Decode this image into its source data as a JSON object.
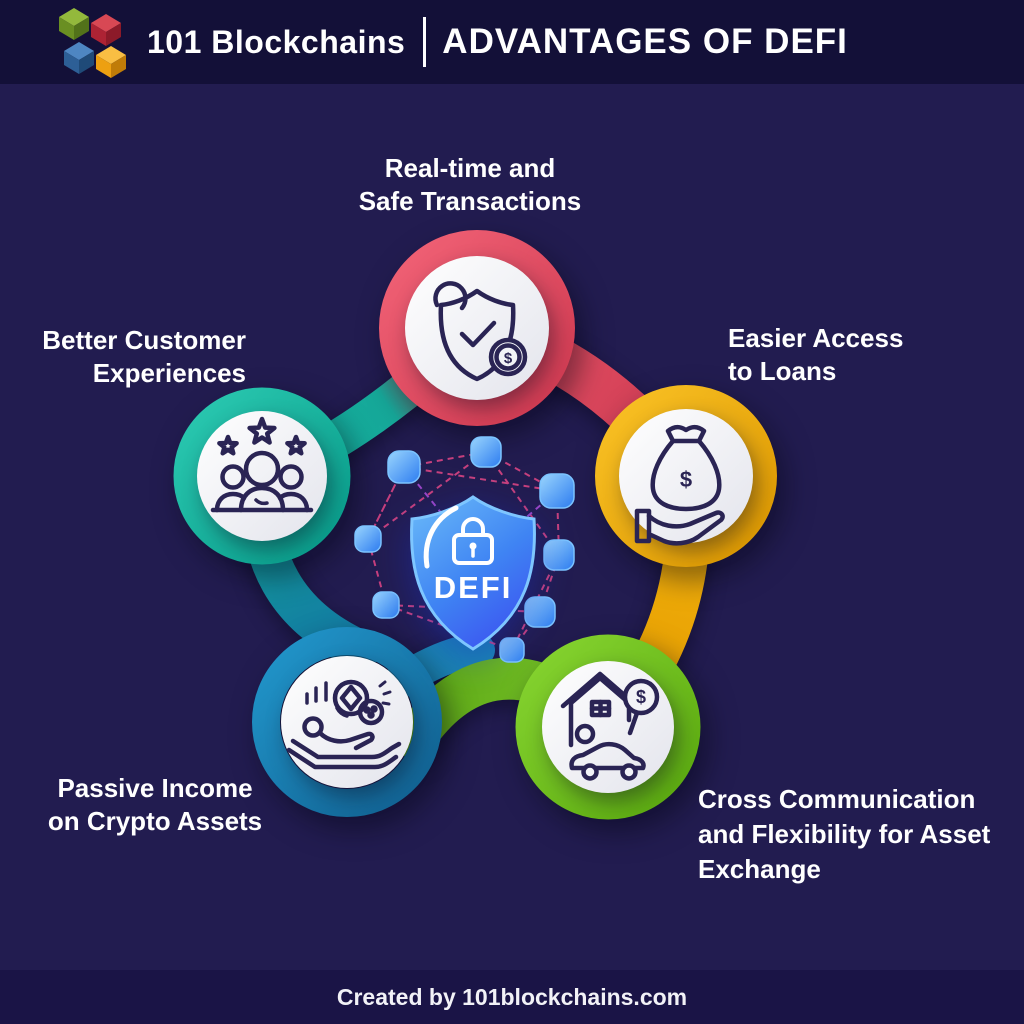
{
  "header": {
    "brand": "101 Blockchains",
    "title": "ADVANTAGES OF DEFI"
  },
  "shield": {
    "label": "DEFI"
  },
  "glyphs": {
    "dollar": "$"
  },
  "labels": {
    "realtime": {
      "line1": "Real-time and",
      "line2": "Safe Transactions"
    },
    "customer": {
      "line1": "Better Customer",
      "line2": "Experiences"
    },
    "loans": {
      "line1": "Easier Access",
      "line2": "to Loans"
    },
    "passive": {
      "line1": "Passive Income",
      "line2": "on Crypto Assets"
    },
    "cross": {
      "line1": "Cross Communication",
      "line2": "and Flexibility for Asset",
      "line3": "Exchange"
    }
  },
  "nodes": [
    {
      "id": "real-time-safe-transactions",
      "label": "Real-time and Safe Transactions",
      "ring_color": "#e6495e",
      "icon": "shield-check-dollar-icon",
      "position": "top"
    },
    {
      "id": "easier-access-to-loans",
      "label": "Easier Access to Loans",
      "ring_color": "#f3ae06",
      "icon": "money-bag-hand-icon",
      "position": "right"
    },
    {
      "id": "cross-communication-asset-exchange",
      "label": "Cross Communication and Flexibility for Asset Exchange",
      "ring_color": "#72c221",
      "icon": "house-car-dollar-icon",
      "position": "bottom-right"
    },
    {
      "id": "passive-income-crypto",
      "label": "Passive Income on Crypto Assets",
      "ring_color": "#1a82b4",
      "icon": "lounging-person-coins-icon",
      "position": "bottom-left"
    },
    {
      "id": "better-customer-experiences",
      "label": "Better Customer Experiences",
      "ring_color": "#16b7a2",
      "icon": "people-stars-icon",
      "position": "left"
    }
  ],
  "palette": {
    "background": "#221c50",
    "header_bg": "#131038",
    "footer_bg": "#1a1446",
    "text": "#ffffff",
    "ring_red": "#e6495e",
    "ring_yellow": "#f3ae06",
    "ring_green": "#72c221",
    "ring_blue": "#1a82b4",
    "ring_teal": "#16b7a2",
    "shield_blue_top": "#66b5f8",
    "shield_blue_bottom": "#3b4df0",
    "mesh_line": "#d84482",
    "mesh_node": "#3d8ef2",
    "icon_line": "#2a2454"
  },
  "footer": {
    "text": "Created by 101blockchains.com"
  }
}
